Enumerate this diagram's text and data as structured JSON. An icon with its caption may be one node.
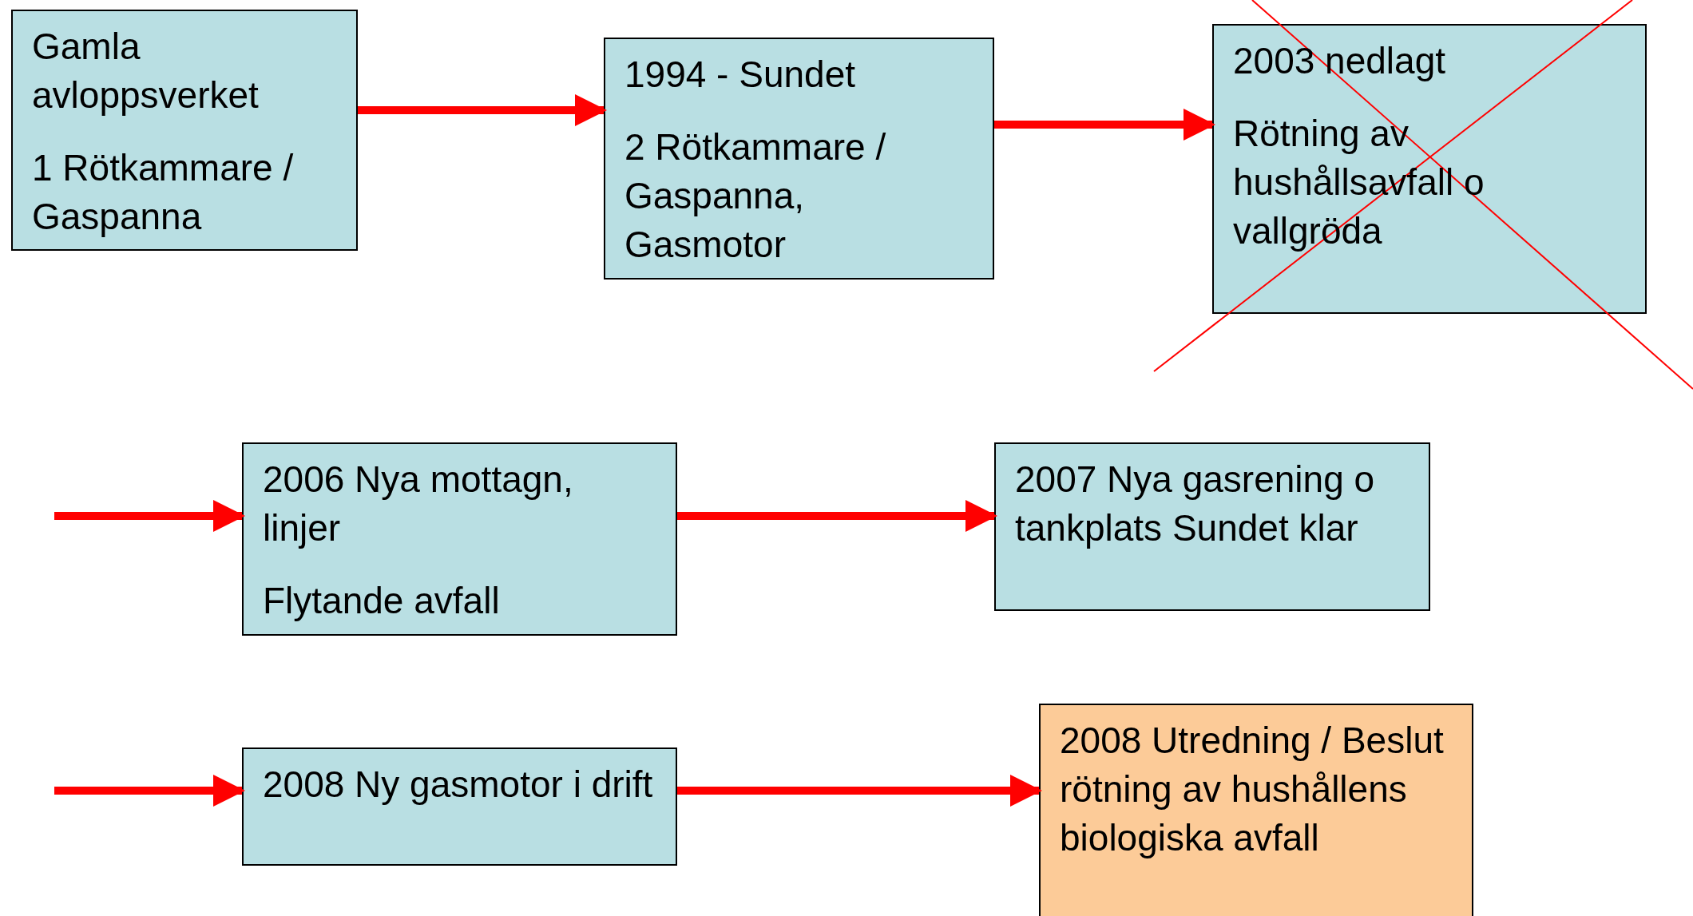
{
  "diagram": {
    "nodes": [
      {
        "text": [
          "Gamla avloppsverket",
          "1 Rötkammare / Gaspanna"
        ]
      },
      {
        "text": [
          "1994 - Sundet",
          "2 Rötkammare / Gaspanna, Gasmotor"
        ]
      },
      {
        "text": [
          "2003 nedlagt",
          "Rötning av hushållsavfall o vallgröda"
        ]
      },
      {
        "text": [
          "2006 Nya mottagn, linjer",
          "Flytande avfall"
        ]
      },
      {
        "text": [
          "2007 Nya gasrening o tankplats Sundet klar"
        ]
      },
      {
        "text": [
          "2008 Ny gasmotor i drift"
        ]
      },
      {
        "text": [
          "2008 Utredning / Beslut rötning av hushållens biologiska avfall"
        ]
      }
    ],
    "edges": [
      {
        "from": 0,
        "to": 1,
        "arrow": "to"
      },
      {
        "from": 1,
        "to": 2,
        "arrow": "to"
      },
      {
        "from": null,
        "to": 3,
        "arrow": "to"
      },
      {
        "from": 3,
        "to": 4,
        "arrow": "to"
      },
      {
        "from": null,
        "to": 5,
        "arrow": "to"
      },
      {
        "from": 5,
        "to": 6,
        "arrow": "to"
      }
    ]
  }
}
